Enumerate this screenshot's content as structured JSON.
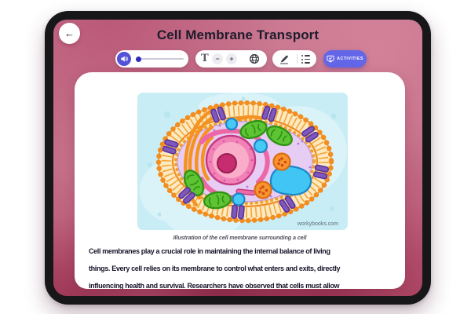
{
  "header": {
    "title": "Cell Membrane Transport",
    "back_glyph": "←"
  },
  "toolbar": {
    "font_controls": {
      "letter": "T",
      "minus": "−",
      "plus": "+"
    },
    "activities_label": "ACTIVITIES"
  },
  "content": {
    "caption": "Illustration of the cell membrane surrounding a cell",
    "watermark": "workybooks.com",
    "paragraph_lines": [
      "Cell membranes play a crucial role in maintaining the internal balance of living",
      "things. Every cell relies on its membrane to control what enters and exits, directly",
      "influencing health and survival. Researchers have observed that cells must allow"
    ]
  },
  "colors": {
    "accent_indigo": "#6466e8",
    "audio_button": "#5552d9",
    "header_pink": "#c57089",
    "bottom_crimson": "#a94361",
    "illustration_bg": "#c9edf5",
    "membrane_orange": "#f28d1e",
    "cytoplasm_lavender": "#e7cdf3",
    "nucleus_pink": "#f181b7",
    "nucleolus": "#c62c6f",
    "mitochondria_green": "#5ec433",
    "vesicle_blue": "#47c9f5",
    "channel_purple": "#7e58bb"
  },
  "icons": {
    "back": "arrow-left",
    "speaker": "volume",
    "font_size": "serif-T",
    "language": "globe",
    "annotate": "pen",
    "outline": "list",
    "activities": "monitor-check"
  }
}
